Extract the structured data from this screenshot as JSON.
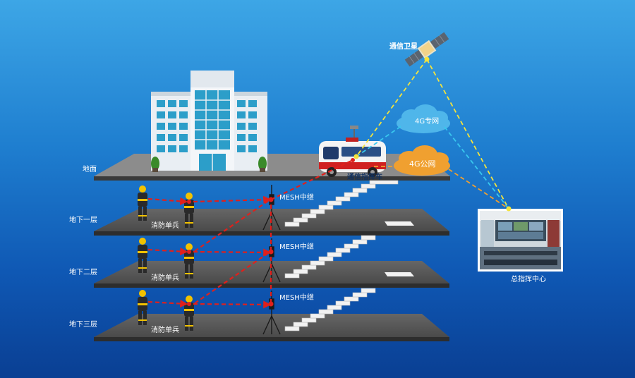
{
  "labels": {
    "satellite": "通信卫星",
    "net_4g_private": "4G专网",
    "net_4g_public": "4G公网",
    "vehicle": "通信指挥车",
    "command_center": "总指挥中心",
    "ground": "地面",
    "b1": "地下一层",
    "b2": "地下二层",
    "b3": "地下三层",
    "firefighter_1": "消防单兵",
    "firefighter_2": "消防单兵",
    "firefighter_3": "消防单兵",
    "relay_1": "MESH中继",
    "relay_2": "MESH中继",
    "relay_3": "MESH中继"
  },
  "colors": {
    "sky_top": "#3da6e6",
    "sky_bottom": "#0a3f93",
    "floor_top": "#5a5a5a",
    "floor_edge": "#2d2d2d",
    "cloud_blue": "#4fb6ea",
    "cloud_orange": "#f0a030",
    "link_red": "#e0201c",
    "link_yellow": "#f4e43c",
    "link_cyan": "#38c7ee",
    "link_orange": "#f0a030"
  }
}
